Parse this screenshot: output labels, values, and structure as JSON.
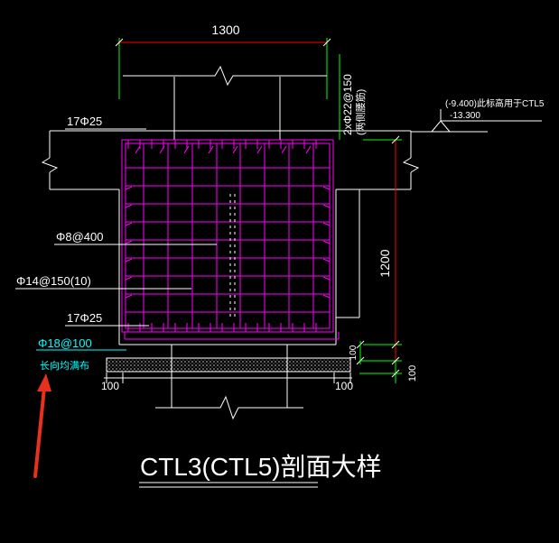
{
  "drawing": {
    "title": "CTL3(CTL5)剖面大样",
    "dim_width": "1300",
    "dim_height": "1200",
    "dim_right_small": "100",
    "dim_left_bottom": "100",
    "dim_right_bottom": "100",
    "dim_pad": "100"
  },
  "labels": {
    "top_bar": "17Φ25",
    "bottom_bar": "17Φ25",
    "stirrup_8": "Φ8@400",
    "stirrup_14": "Φ14@150(10)",
    "mesh_18": "Φ18@100",
    "mesh_18_note": "长向均满布",
    "side_bar": "2xΦ22@150",
    "side_bar_note": "(两侧腰筋)",
    "elev_note": "(-9.400)此标高用于CTL5",
    "elev_value": "-13.300"
  },
  "colors": {
    "background": "#000000",
    "outline": "#ffffff",
    "rebar": "#ff00ff",
    "dimension": "#00ff00",
    "dim_red": "#ff0000",
    "cyan": "#00ffff",
    "arrow": "#e8301e",
    "pad": "#c8c8c8"
  }
}
